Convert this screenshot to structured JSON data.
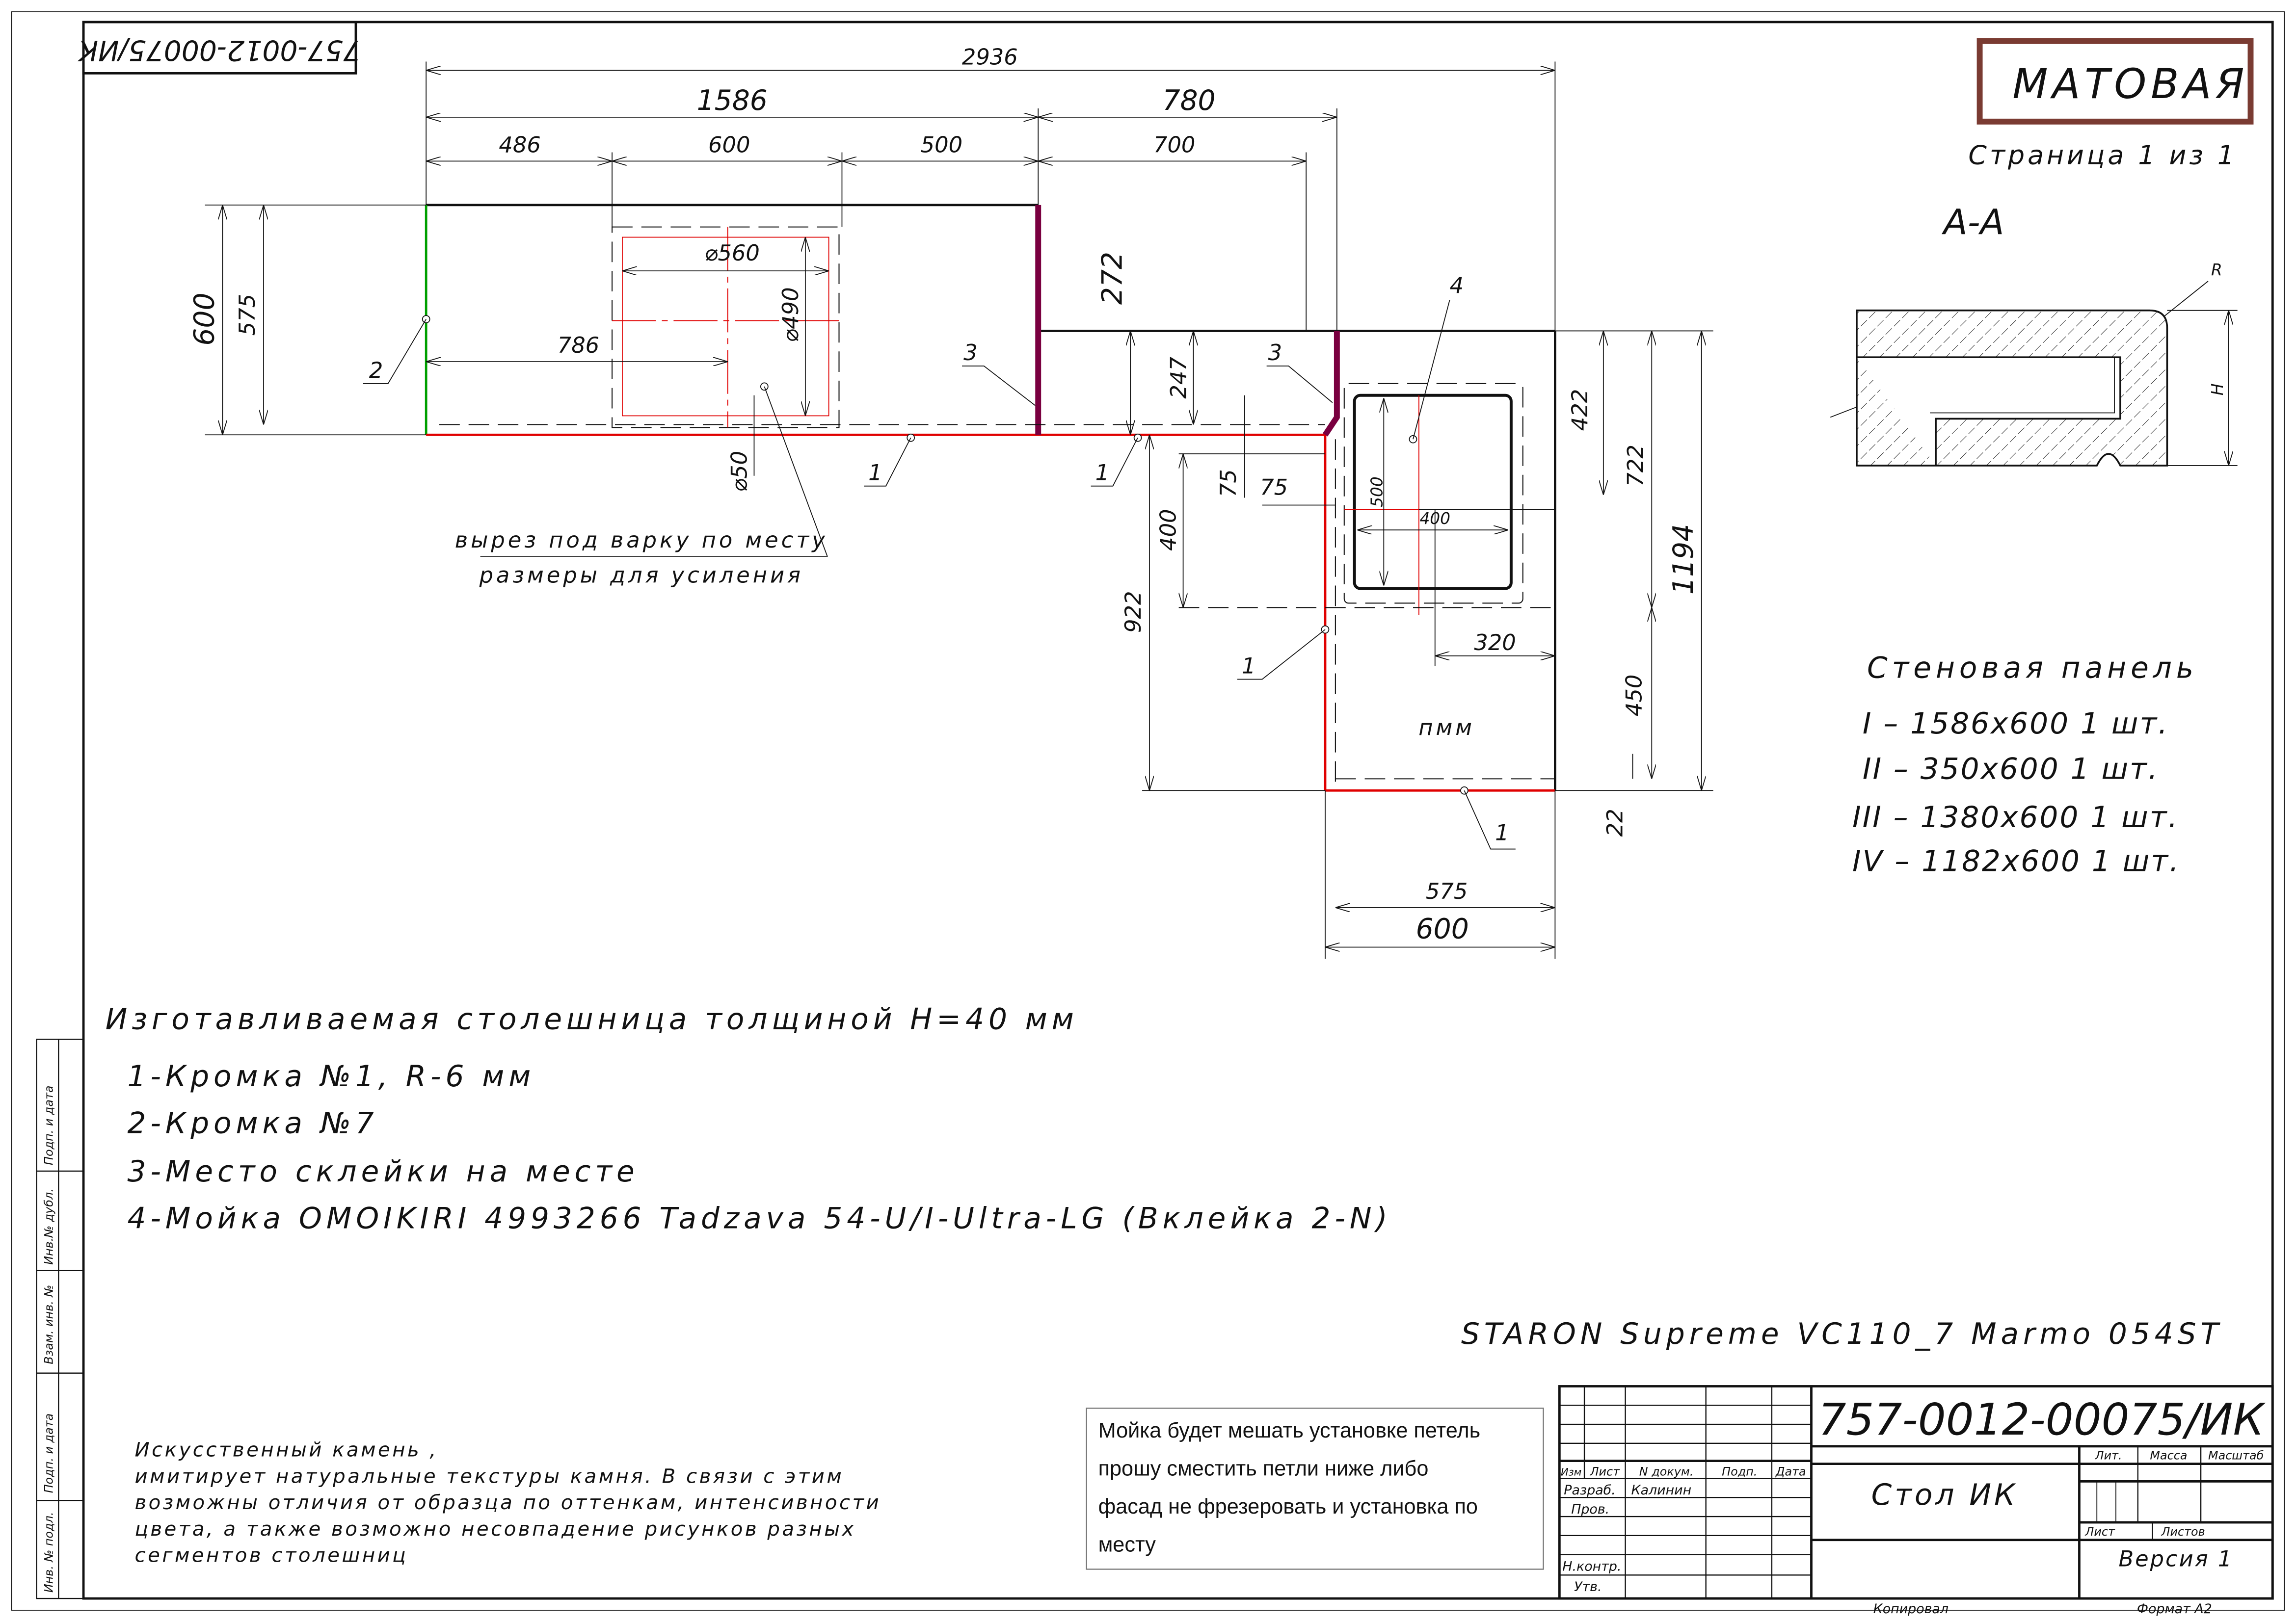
{
  "stamp_top": "757-0012-00075/ИК",
  "finish_badge": {
    "label": "МАТОВАЯ",
    "color": "#7a3b32"
  },
  "page_info": "Страница 1 из 1",
  "section": {
    "title": "А-А",
    "radius_label": "R",
    "height_label": "H"
  },
  "dimensions": {
    "overall": "2936",
    "left_total": "1586",
    "right_total": "780",
    "seg1": "486",
    "seg2": "600",
    "seg3": "500",
    "seg4": "700",
    "left_depth_outer": "600",
    "left_depth_inner": "575",
    "offset_272": "272",
    "offset_247": "247",
    "sink_422": "422",
    "dim_722": "722",
    "dim_1194": "1194",
    "dim_450": "450",
    "dim_22": "22",
    "dim_922": "922",
    "dim_400": "400",
    "dim_75a": "75",
    "dim_75b": "75",
    "dim_320": "320",
    "bottom_575": "575",
    "bottom_600": "600",
    "hob_786": "786",
    "hob_560": "⌀560",
    "hob_490": "⌀490",
    "hob_50": "⌀50",
    "sink_500": "500",
    "sink_400": "400"
  },
  "callouts": {
    "c1": "1",
    "c2": "2",
    "c3": "3",
    "c4": "4",
    "pmm": "пмм"
  },
  "hob_note": [
    "вырез под варку по месту",
    "размеры для усиления"
  ],
  "wall_panel": {
    "title": "Стеновая панель",
    "items": [
      "I  –  1586x600  1  шт.",
      "II  –  350x600  1  шт.",
      "III  –  1380x600  1  шт.",
      "IV  –  1182x600  1  шт."
    ]
  },
  "notes": {
    "thickness": "Изготавливаемая столешница толщиной H=40 мм",
    "items": [
      "1-Кромка №1,  R-6 мм",
      "2-Кромка №7",
      "3-Место склейки на месте",
      "4-Мойка  OMOIKIRI 4993266  Tadzava 54-U/I-Ultra-LG (Вклейка 2-N)"
    ]
  },
  "material": "STARON Supreme  VC110_7  Marmo 054ST",
  "stone_note": [
    "Искусственный камень ,",
    "имитирует натуральные текстуры камня. В связи с этим",
    "возможны отличия от образца по оттенкам, интенсивности",
    "цвета, а также возможно несовпадение рисунков разных",
    "сегментов столешниц"
  ],
  "comment": [
    "Мойка будет мешать установке петель",
    "прошу сместить петли ниже либо",
    "фасад не фрезеровать и установка по",
    "месту"
  ],
  "title_block": {
    "doc_number": "757-0012-00075/ИК",
    "name": "Стол ИК",
    "headers": [
      "Изм",
      "Лист",
      "N докум.",
      "Подп.",
      "Дата"
    ],
    "roles": [
      "Разраб.",
      "Пров.",
      "",
      "",
      "Н.контр.",
      "Утв."
    ],
    "developer": "Калинин",
    "lit": "Лит.",
    "mass": "Масса",
    "scale": "Масштаб",
    "sheet": "Лист",
    "sheets": "Листов",
    "version": "Версия 1",
    "copied": "Копировал",
    "format": "Формат А2"
  },
  "side_strip": [
    "Инв. № подл.",
    "Подп. и дата",
    "Взам. инв. №",
    "Инв.№ дубл.",
    "Подп. и дата"
  ]
}
